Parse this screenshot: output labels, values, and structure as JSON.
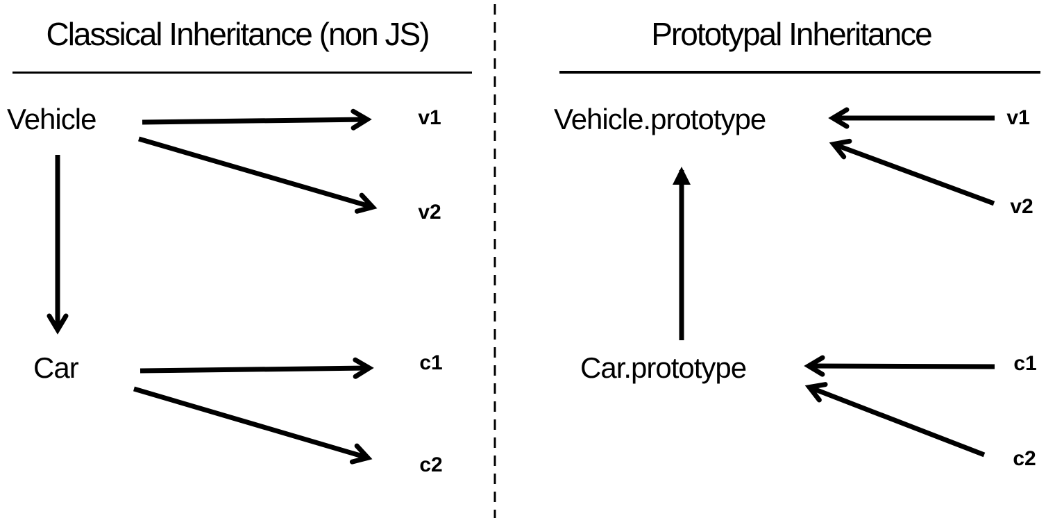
{
  "diagram": {
    "background_color": "#ffffff",
    "ink_color": "#000000",
    "divider_style": "dashed-vertical",
    "panels": [
      {
        "title": "Classical Inheritance (non JS)",
        "nodes": [
          {
            "label": "Vehicle"
          },
          {
            "label": "Car"
          }
        ],
        "instances": [
          {
            "label": "v1"
          },
          {
            "label": "v2"
          },
          {
            "label": "c1"
          },
          {
            "label": "c2"
          }
        ],
        "edges": [
          {
            "from": "Vehicle",
            "to": "v1",
            "direction": "right"
          },
          {
            "from": "Vehicle",
            "to": "v2",
            "direction": "down-right"
          },
          {
            "from": "Vehicle",
            "to": "Car",
            "direction": "down"
          },
          {
            "from": "Car",
            "to": "c1",
            "direction": "right"
          },
          {
            "from": "Car",
            "to": "c2",
            "direction": "down-right"
          }
        ]
      },
      {
        "title": "Prototypal Inheritance",
        "nodes": [
          {
            "label": "Vehicle.prototype"
          },
          {
            "label": "Car.prototype"
          }
        ],
        "instances": [
          {
            "label": "v1"
          },
          {
            "label": "v2"
          },
          {
            "label": "c1"
          },
          {
            "label": "c2"
          }
        ],
        "edges": [
          {
            "from": "v1",
            "to": "Vehicle.prototype",
            "direction": "left"
          },
          {
            "from": "v2",
            "to": "Vehicle.prototype",
            "direction": "up-left"
          },
          {
            "from": "Car.prototype",
            "to": "Vehicle.prototype",
            "direction": "up"
          },
          {
            "from": "c1",
            "to": "Car.prototype",
            "direction": "left"
          },
          {
            "from": "c2",
            "to": "Car.prototype",
            "direction": "up-left"
          }
        ]
      }
    ]
  }
}
